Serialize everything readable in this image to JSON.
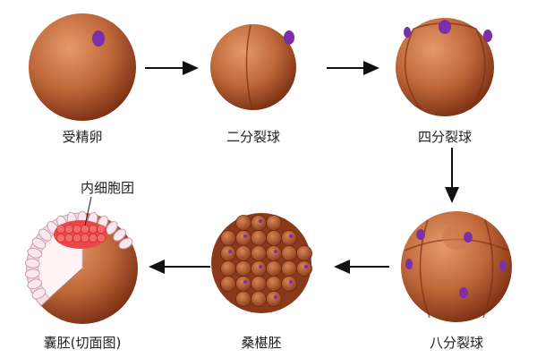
{
  "title": "Early embryo development",
  "stages": [
    {
      "label": "受精卵"
    },
    {
      "label": "二分裂球"
    },
    {
      "label": "四分裂球"
    },
    {
      "label": "八分裂球"
    },
    {
      "label": "桑椹胚"
    },
    {
      "label": "囊胚(切面图)"
    }
  ],
  "annotation": {
    "label": "内细胞团"
  },
  "colors": {
    "cell": "#c0683a",
    "cell_dark": "#8a3716",
    "nucleus": "#7b2fa8",
    "inner_mass": "#e84848",
    "trophoblast": "#f6dde6",
    "arrow": "#111111"
  }
}
